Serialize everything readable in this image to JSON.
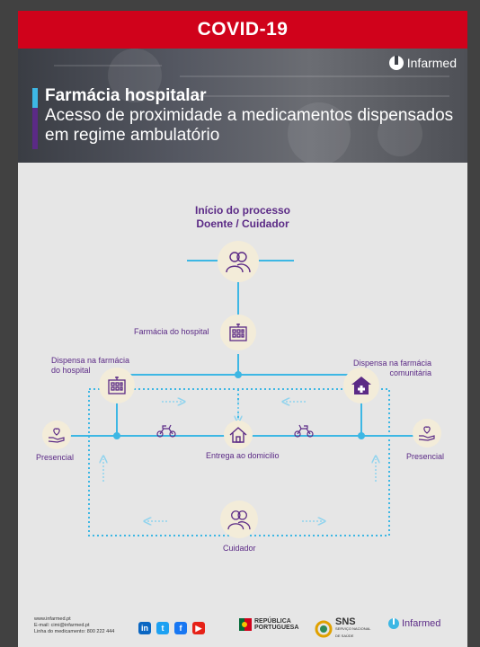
{
  "header": {
    "banner": "COVID-19",
    "brand": "Infarmed"
  },
  "hero": {
    "title": "Farmácia hospitalar",
    "subtitle": "Acesso de proximidade a medicamentos dispensados em regime ambulatório"
  },
  "diagram": {
    "start_line1": "Início do processo",
    "start_line2": "Doente / Cuidador",
    "hospital_pharmacy": "Farmácia do hospital",
    "dispense_hospital_l1": "Dispensa na farmácia",
    "dispense_hospital_l2": "do hospital",
    "dispense_community_l1": "Dispensa na farmácia",
    "dispense_community_l2": "comunitária",
    "presencial_left": "Presencial",
    "presencial_right": "Presencial",
    "home_delivery": "Entrega ao domicilio",
    "caregiver": "Cuidador"
  },
  "footer": {
    "website": "www.infarmed.pt",
    "email": "E-mail: cimi@infarmed.pt",
    "phone": "Linha do medicamento: 800 222 444",
    "republica_l1": "REPÚBLICA",
    "republica_l2": "PORTUGUESA",
    "sns": "SNS",
    "sns_sub": "SERVIÇO NACIONAL DE SAÚDE",
    "infarmed": "Infarmed"
  },
  "colors": {
    "red": "#d0021b",
    "purple": "#5b2a86",
    "blue": "#3db7e4",
    "node": "#f3ecd9"
  }
}
